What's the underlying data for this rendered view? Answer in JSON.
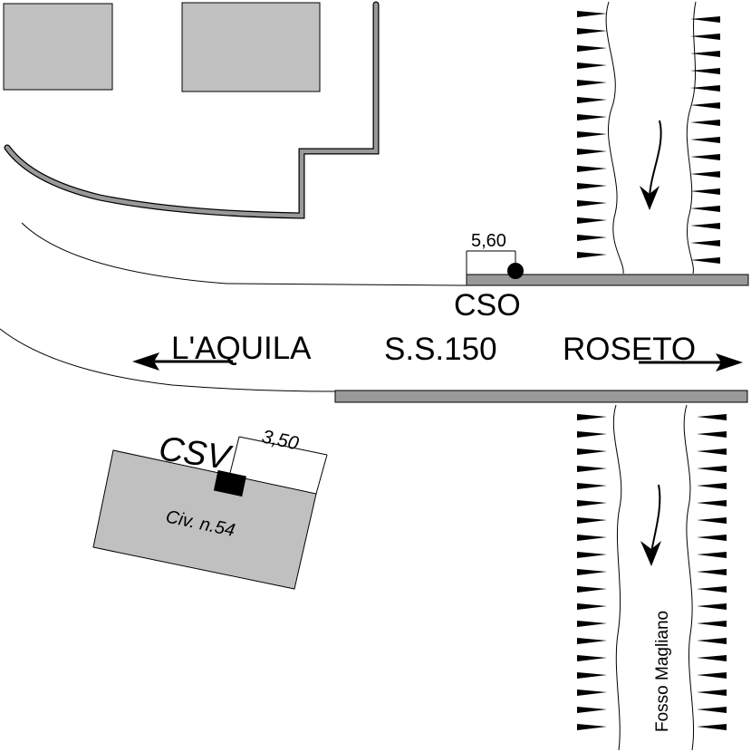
{
  "labels": {
    "road": "S.S.150",
    "west": "L'AQUILA",
    "east": "ROSETO",
    "cso": "CSO",
    "csv": "CSV",
    "civic": "Civ. n.54",
    "stream": "Fosso Magliano",
    "dim_cso": "5,60",
    "dim_csv": "3,50"
  },
  "colors": {
    "building_fill": "#c0c0c0",
    "wall_fill": "#999999",
    "outline": "#000000",
    "background": "#ffffff"
  },
  "symbols": {
    "cso_marker": "filled-circle",
    "csv_marker": "filled-rectangle",
    "flow_arrow": "curved-down-arrow",
    "road_arrow": "straight-arrow",
    "embankment": "triangle-hachure"
  }
}
